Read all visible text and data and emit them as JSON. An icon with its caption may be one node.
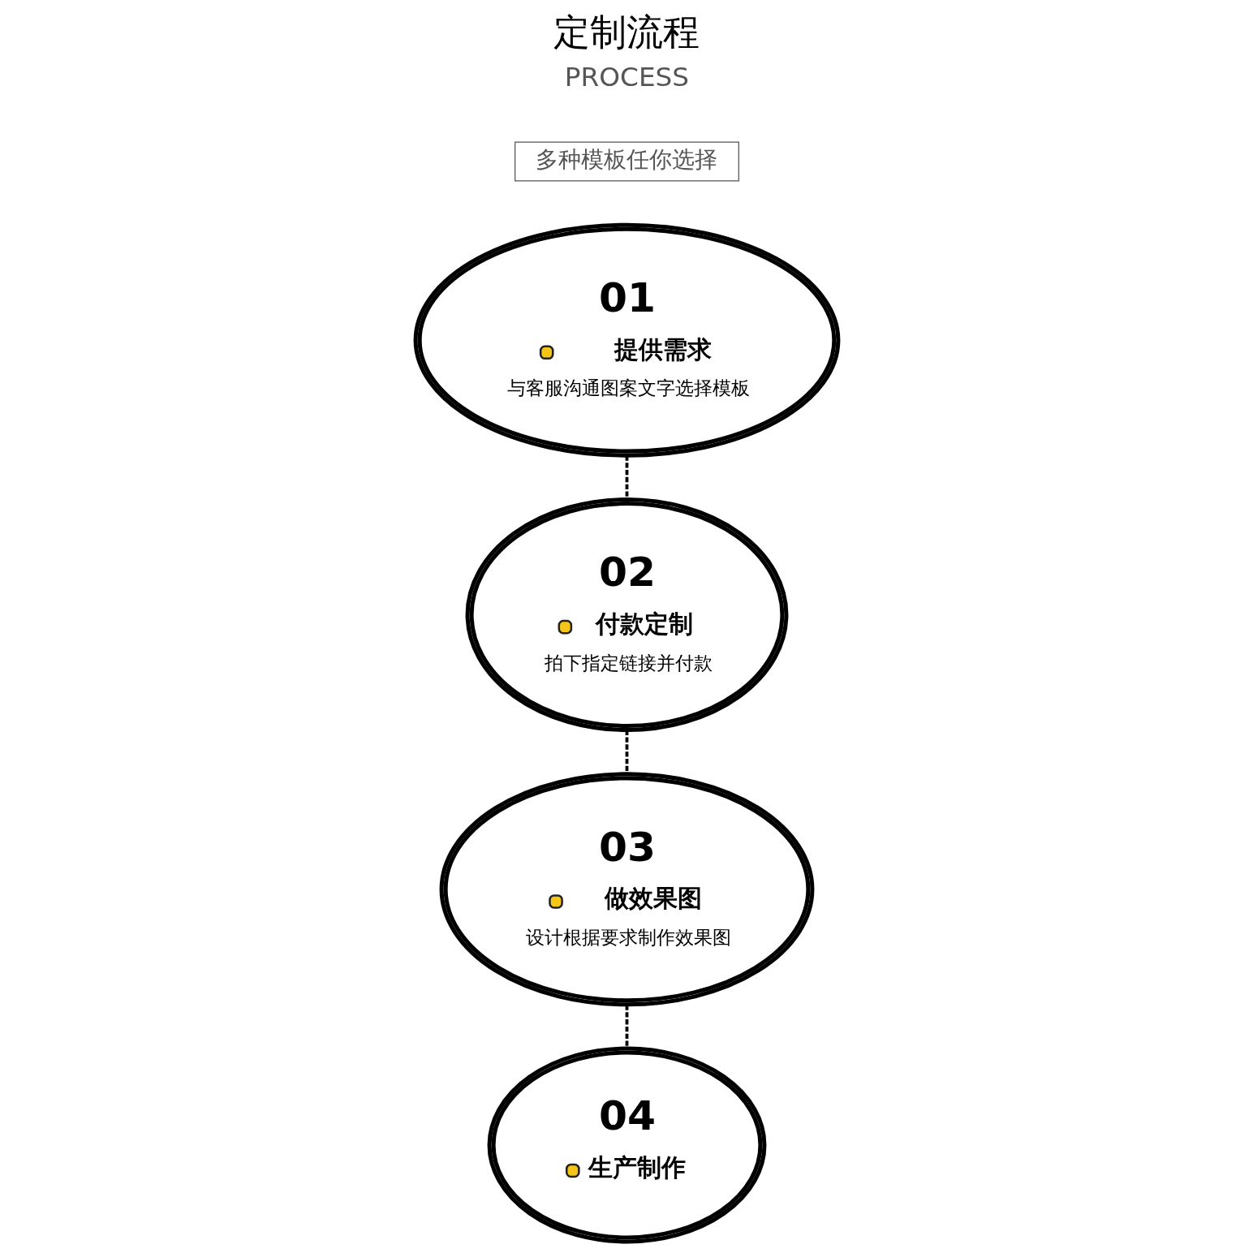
{
  "diagram": {
    "title": "定制流程",
    "nodes": [
      {
        "text": [
          "多种模板任你选择"
        ]
      },
      {
        "text": [
          "01",
          "提供需求",
          "与客服沟通图案文字选择模板"
        ]
      },
      {
        "text": [
          "02",
          "付款定制",
          "拍下指定链接并付款"
        ]
      },
      {
        "text": [
          "03",
          "做效果图",
          "设计根据要求制作效果图"
        ]
      },
      {
        "text": [
          "04",
          "生产制作"
        ]
      }
    ],
    "edges": [
      {
        "from": 1,
        "to": 2,
        "arrow": "none",
        "style": "dashed"
      },
      {
        "from": 2,
        "to": 3,
        "arrow": "none",
        "style": "dashed"
      },
      {
        "from": 3,
        "to": 4,
        "arrow": "none",
        "style": "dashed"
      }
    ],
    "labels": [
      "PROCESS"
    ]
  }
}
